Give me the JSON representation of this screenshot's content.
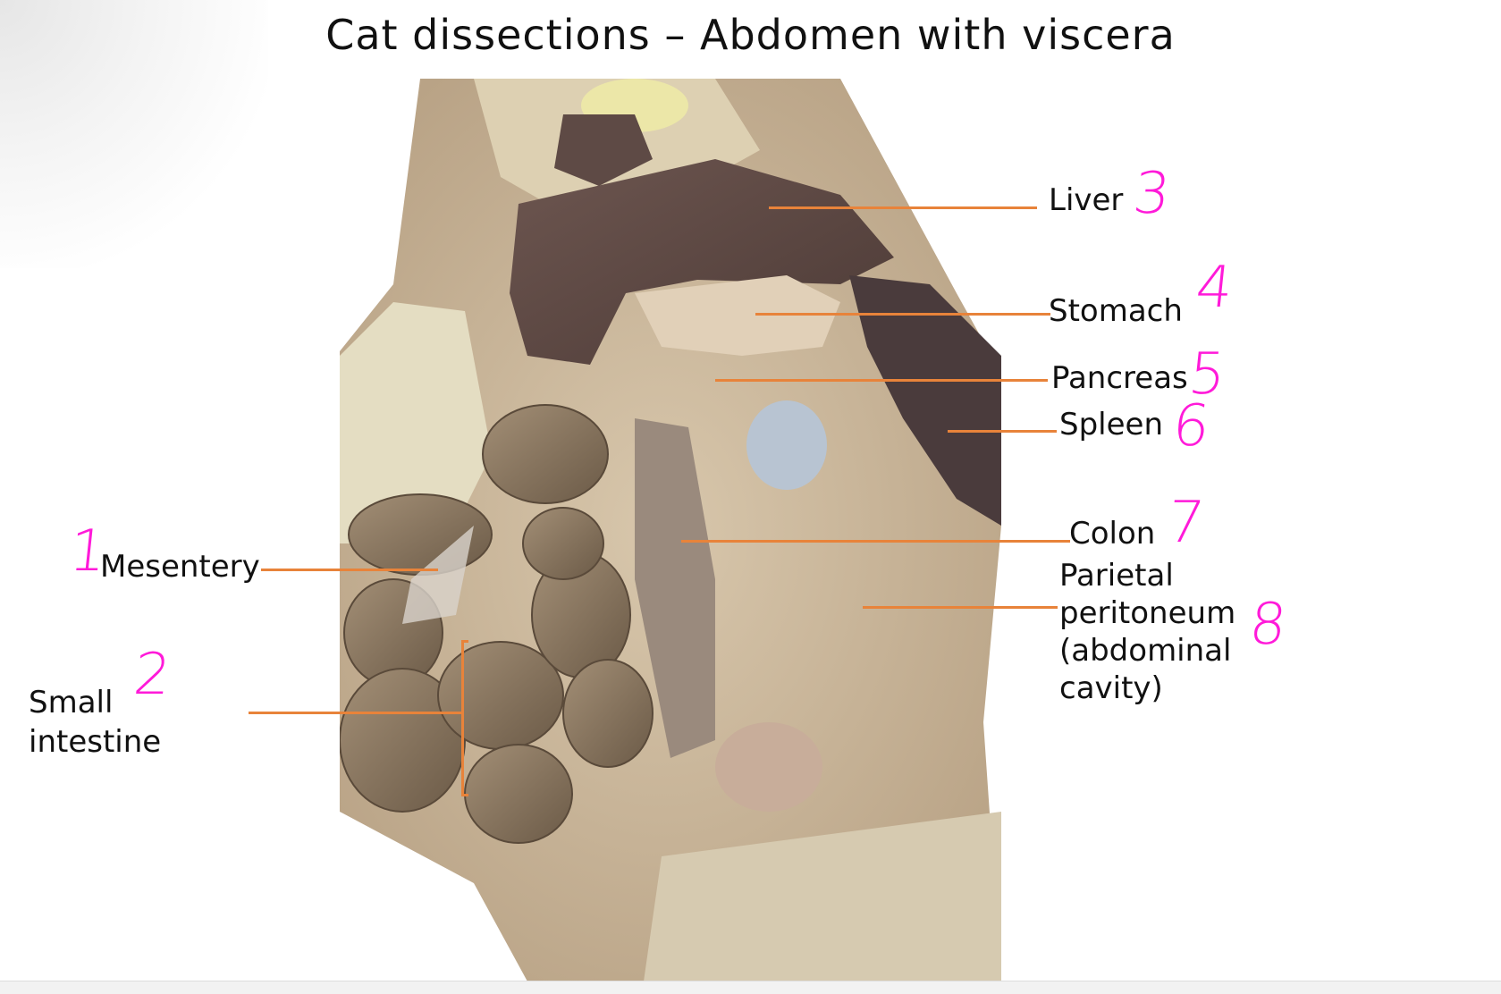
{
  "slide": {
    "title": "Cat dissections – Abdomen with viscera"
  },
  "labels": [
    {
      "id": 1,
      "text": "Mesentery",
      "number": "1"
    },
    {
      "id": 2,
      "text_lines": [
        "Small",
        "intestine"
      ],
      "number": "2"
    },
    {
      "id": 3,
      "text": "Liver",
      "number": "3"
    },
    {
      "id": 4,
      "text": "Stomach",
      "number": "4"
    },
    {
      "id": 5,
      "text": "Pancreas",
      "number": "5"
    },
    {
      "id": 6,
      "text": "Spleen",
      "number": "6"
    },
    {
      "id": 7,
      "text": "Colon",
      "number": "7"
    },
    {
      "id": 8,
      "text_lines": [
        "Parietal",
        "peritoneum",
        "(abdominal",
        "cavity)"
      ],
      "number": "8"
    }
  ],
  "colors": {
    "leader_line": "#e8833a",
    "handwritten_number": "#ff1ad9",
    "text": "#111111"
  },
  "image": {
    "description": "dissected cat abdomen with viscera photo"
  }
}
